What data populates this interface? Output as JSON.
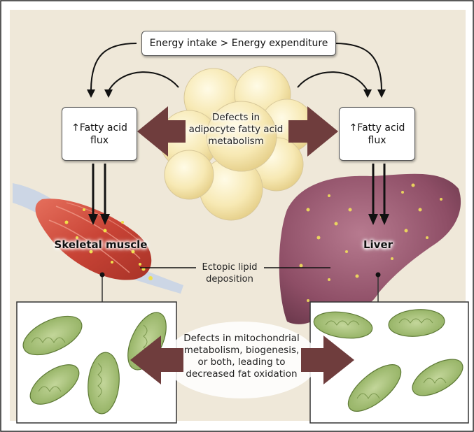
{
  "top_box": "Energy intake > Energy expenditure",
  "left_flux": [
    "↑Fatty acid",
    "flux"
  ],
  "right_flux": [
    "↑Fatty acid",
    "flux"
  ],
  "adipocyte_defects": [
    "Defects in",
    "adipocyte fatty acid",
    "metabolism"
  ],
  "skeletal_muscle": "Skeletal muscle",
  "liver": "Liver",
  "ectopic": [
    "Ectopic lipid",
    "deposition"
  ],
  "mito_defects": [
    "Defects in mitochondrial",
    "metabolism, biogenesis,",
    "or both, leading to",
    "decreased fat oxidation"
  ]
}
